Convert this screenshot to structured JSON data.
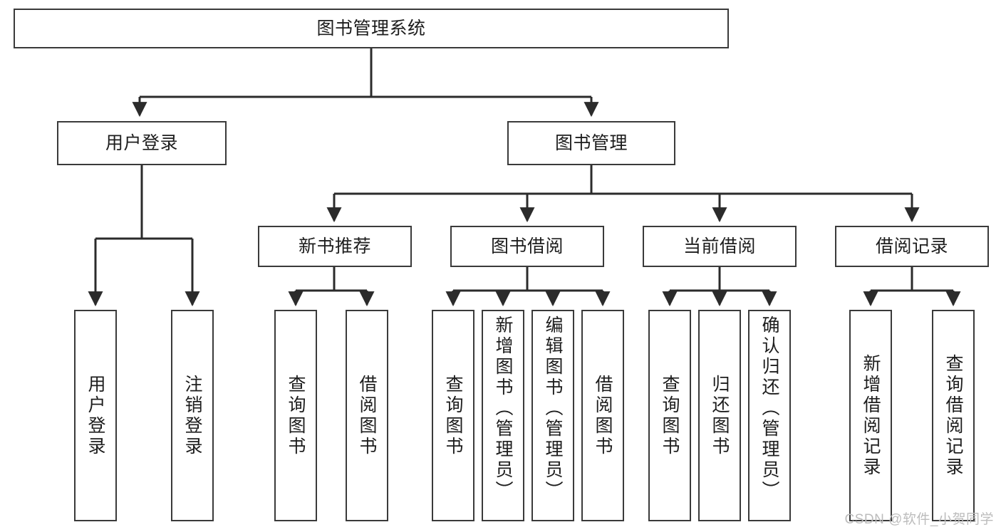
{
  "diagram": {
    "title": "图书管理系统",
    "type": "tree",
    "orientation": "top-down",
    "colors": {
      "box_border": "#3a3a3a",
      "box_fill": "#ffffff",
      "edge": "#2b2b2b",
      "text": "#1d1d1d",
      "watermark": "#bcbcbc",
      "background": "#ffffff"
    },
    "watermark": "CSDN @软件_小贺同学"
  },
  "nodes": {
    "root": {
      "label": "图书管理系统"
    },
    "level2": [
      {
        "id": "user-login",
        "label": "用户登录"
      },
      {
        "id": "book-manage",
        "label": "图书管理"
      }
    ],
    "level3": [
      {
        "id": "new-book-recommend",
        "label": "新书推荐"
      },
      {
        "id": "book-borrow",
        "label": "图书借阅"
      },
      {
        "id": "current-borrow",
        "label": "当前借阅"
      },
      {
        "id": "borrow-record",
        "label": "借阅记录"
      }
    ],
    "leaves": [
      {
        "id": "leaf-user-login",
        "parent": "user-login",
        "label": "用户登录"
      },
      {
        "id": "leaf-logout-login",
        "parent": "user-login",
        "label": "注销登录"
      },
      {
        "id": "leaf-query-book-1",
        "parent": "new-book-recommend",
        "label": "查询图书"
      },
      {
        "id": "leaf-borrow-book-1",
        "parent": "new-book-recommend",
        "label": "借阅图书"
      },
      {
        "id": "leaf-query-book-2",
        "parent": "book-borrow",
        "label": "查询图书"
      },
      {
        "id": "leaf-add-book",
        "parent": "book-borrow",
        "label": "新增图书（管理员）"
      },
      {
        "id": "leaf-edit-book",
        "parent": "book-borrow",
        "label": "编辑图书（管理员）"
      },
      {
        "id": "leaf-borrow-book-2",
        "parent": "book-borrow",
        "label": "借阅图书"
      },
      {
        "id": "leaf-query-book-3",
        "parent": "current-borrow",
        "label": "查询图书"
      },
      {
        "id": "leaf-return-book",
        "parent": "current-borrow",
        "label": "归还图书"
      },
      {
        "id": "leaf-confirm-return",
        "parent": "current-borrow",
        "label": "确认归还（管理员）"
      },
      {
        "id": "leaf-add-record",
        "parent": "borrow-record",
        "label": "新增借阅记录"
      },
      {
        "id": "leaf-query-record",
        "parent": "borrow-record",
        "label": "查询借阅记录"
      }
    ]
  }
}
